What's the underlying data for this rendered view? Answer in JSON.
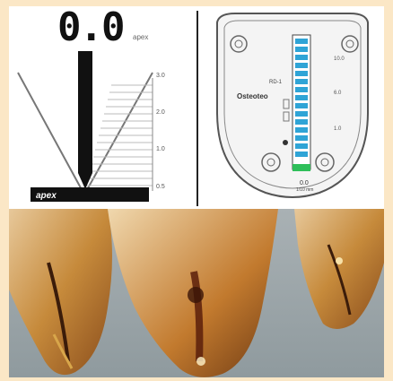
{
  "apex_locator_diagram": {
    "reading": "0.0",
    "unit_label": "apex",
    "scale_ticks": [
      "3.0",
      "2.0",
      "1.0",
      "0.5"
    ],
    "apex_bar_label": "apex"
  },
  "device_panel": {
    "brand": "Osteoteo",
    "model": "RD-1",
    "scale_labels": [
      "10.0",
      "6.0",
      "1.0"
    ],
    "bottom_reading": "0.0",
    "bottom_unit": "1/10 mm"
  },
  "colors": {
    "background": "#fbe7c6",
    "led_blue": "#2fa4d6",
    "led_green": "#2fbf5a",
    "tooth_amber": "#c68a3b"
  },
  "icons": [
    "tooth-photo",
    "file-instrument",
    "led-bar"
  ]
}
